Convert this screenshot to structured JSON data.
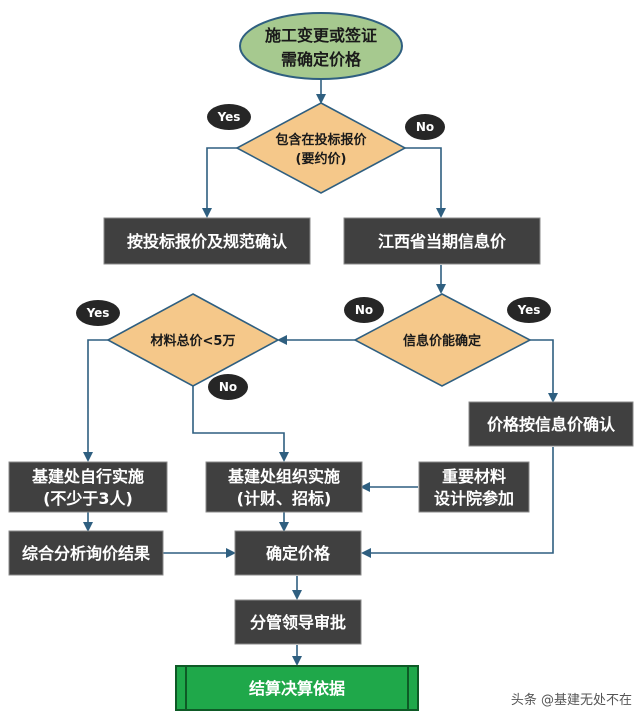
{
  "start": {
    "line1": "施工变更或签证",
    "line2": "需确定价格"
  },
  "decision1": {
    "line1": "包含在投标报价",
    "line2": "(要约价)",
    "yes": "Yes",
    "no": "No"
  },
  "box_bid": "按投标报价及规范确认",
  "box_jiangxi": "江西省当期信息价",
  "decision2": {
    "label": "信息价能确定",
    "no": "No",
    "yes": "Yes"
  },
  "decision3": {
    "label": "材料总价<5万",
    "yes": "Yes",
    "no": "No"
  },
  "box_info_confirm": "价格按信息价确认",
  "box_self": {
    "line1": "基建处自行实施",
    "line2": "(不少于3人)"
  },
  "box_org": {
    "line1": "基建处组织实施",
    "line2": "(计财、招标)"
  },
  "box_design": {
    "line1": "重要材料",
    "line2": "设计院参加"
  },
  "box_analysis": "综合分析询价结果",
  "box_determine": "确定价格",
  "box_approve": "分管领导审批",
  "box_final": "结算决算依据",
  "watermark": "头条 @基建无处不在",
  "colors": {
    "box_fill": "#404040",
    "diamond_fill": "#f5c88a",
    "start_fill": "#a6c98f",
    "final_fill": "#1fa84a",
    "connector": "#2f5f80",
    "badge": "#262626"
  }
}
